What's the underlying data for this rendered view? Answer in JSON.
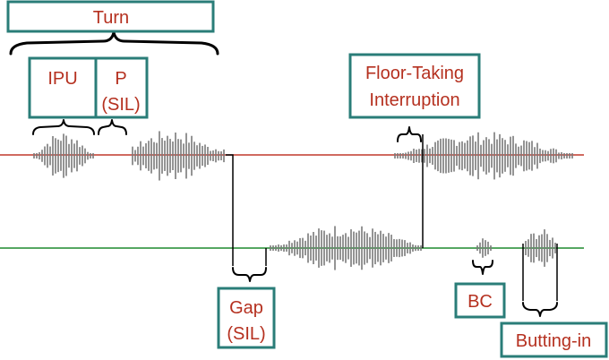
{
  "labels": {
    "turn": "Turn",
    "ipu": "IPU",
    "p": "P",
    "p_sil": "(SIL)",
    "floor_taking_1": "Floor-Taking",
    "floor_taking_2": "Interruption",
    "gap": "Gap",
    "gap_sil": "(SIL)",
    "bc": "BC",
    "butting_in": "Butting-in"
  },
  "colors": {
    "speaker_a_line": "#c0392b",
    "speaker_b_line": "#1e8a2e",
    "label_text": "#b5301f",
    "box_border": "#2a7d78",
    "waveform": "#7a7a7a"
  }
}
